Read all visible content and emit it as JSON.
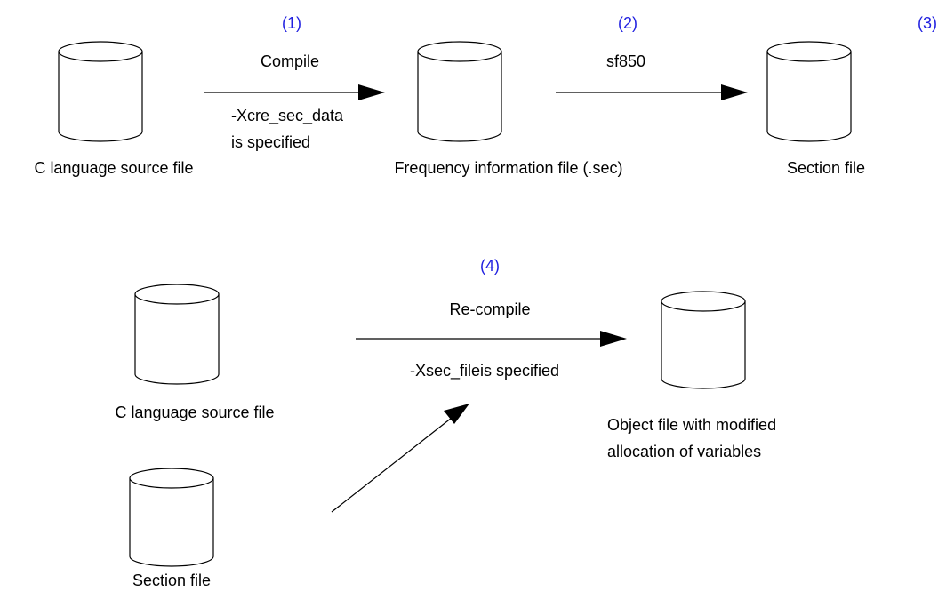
{
  "colors": {
    "step_number": "#1f1fe0",
    "text": "#000000",
    "line": "#000000"
  },
  "steps": {
    "step1": {
      "number": "(1)",
      "label": "Compile",
      "option_line1": "-Xcre_sec_data",
      "option_line2": "is specified"
    },
    "step2": {
      "number": "(2)",
      "label": "sf850"
    },
    "step3": {
      "number": "(3)"
    },
    "step4": {
      "number": "(4)",
      "label": "Re-compile",
      "option": "-Xsec_fileis specified"
    }
  },
  "files": {
    "c_source_top": "C language source file",
    "frequency_info": "Frequency information file (.sec)",
    "section_file_top": "Section file",
    "c_source_bottom": "C language source file",
    "section_file_bottom": "Section file",
    "object_file_line1": "Object file with modified",
    "object_file_line2": "allocation of variables"
  }
}
